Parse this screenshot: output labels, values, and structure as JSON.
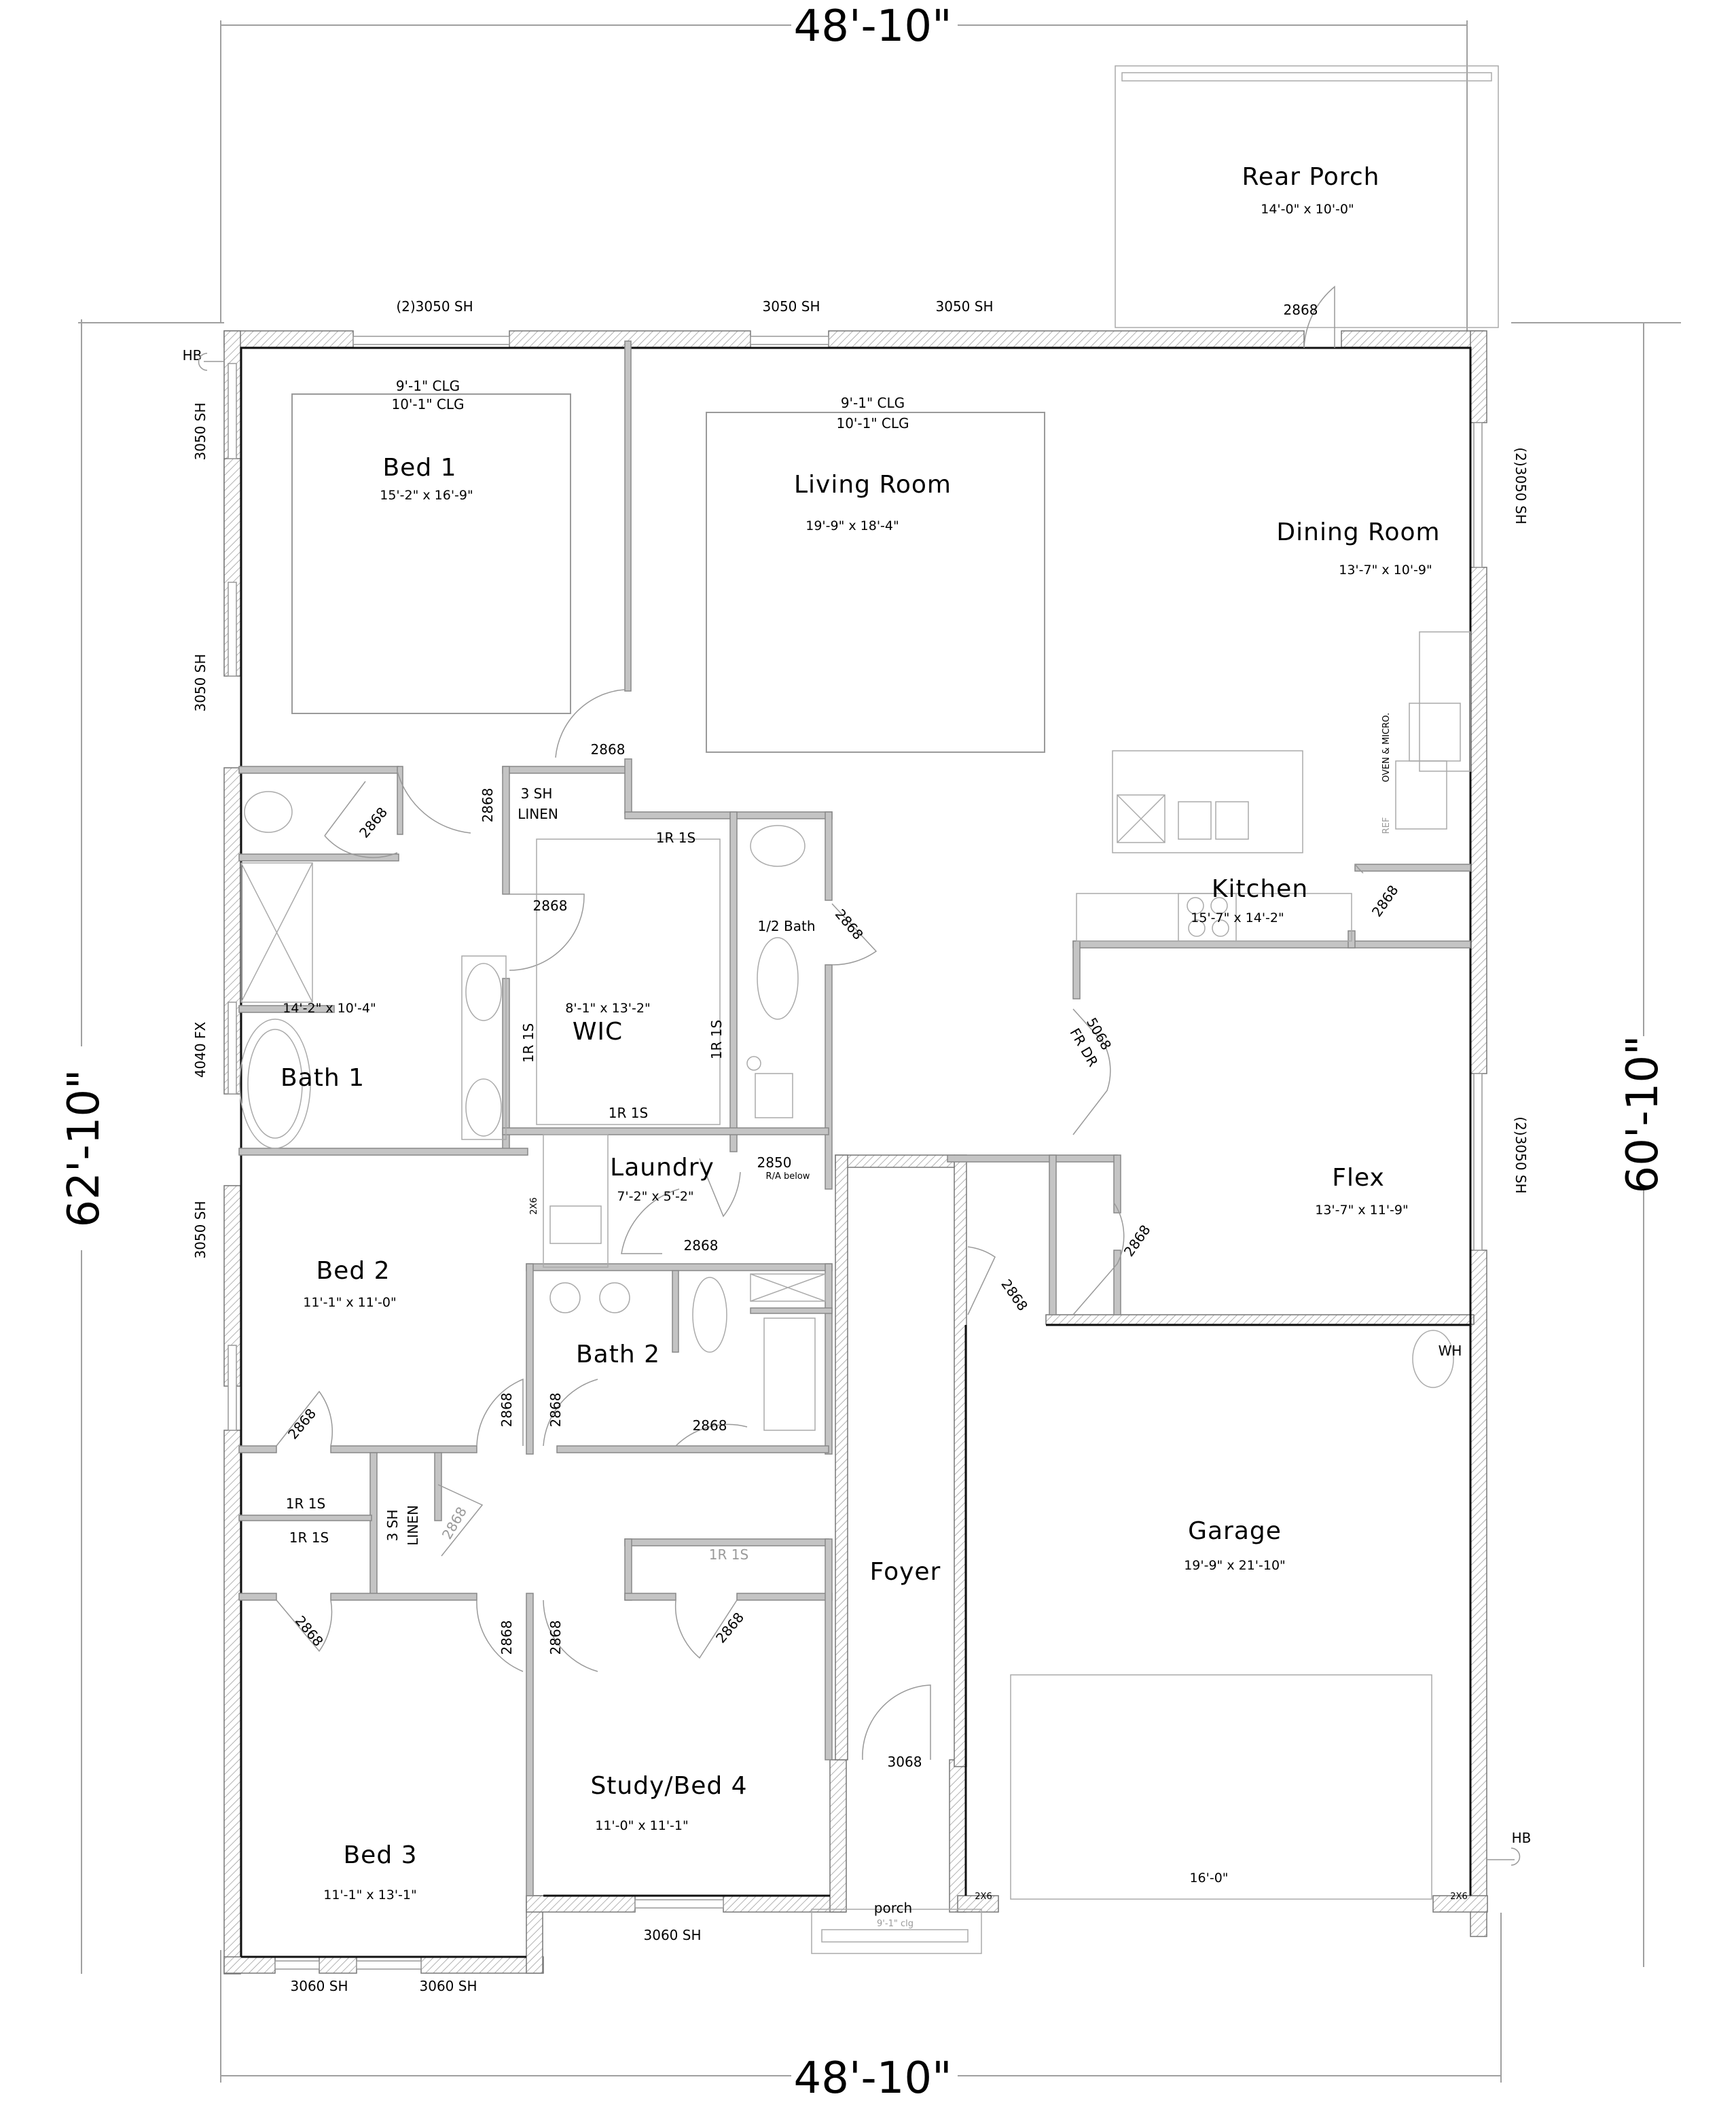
{
  "plan": {
    "overall_dimensions": {
      "top_width": "48'-10\"",
      "bottom_width": "48'-10\"",
      "left_depth": "62'-10\"",
      "right_depth": "60'-10\""
    },
    "rooms": {
      "rear_porch": {
        "name": "Rear Porch",
        "size": "14'-0\" x 10'-0\""
      },
      "bed1": {
        "name": "Bed 1",
        "size": "15'-2\" x 16'-9\"",
        "ceiling_1": "9'-1\" CLG",
        "ceiling_2": "10'-1\" CLG"
      },
      "living": {
        "name": "Living Room",
        "size": "19'-9\" x 18'-4\"",
        "ceiling_1": "9'-1\" CLG",
        "ceiling_2": "10'-1\" CLG"
      },
      "dining": {
        "name": "Dining Room",
        "size": "13'-7\" x 10'-9\""
      },
      "kitchen": {
        "name": "Kitchen",
        "size": "15'-7\" x 14'-2\""
      },
      "wic": {
        "name": "WIC",
        "size": "8'-1\" x 13'-2\""
      },
      "bath1": {
        "name": "Bath 1",
        "size": "14'-2\" x 10'-4\""
      },
      "half_bath": {
        "name": "1/2 Bath"
      },
      "laundry": {
        "name": "Laundry",
        "size": "7'-2\" x 5'-2\""
      },
      "flex": {
        "name": "Flex",
        "size": "13'-7\" x 11'-9\""
      },
      "bed2": {
        "name": "Bed 2",
        "size": "11'-1\" x 11'-0\""
      },
      "bath2": {
        "name": "Bath 2"
      },
      "foyer": {
        "name": "Foyer"
      },
      "garage": {
        "name": "Garage",
        "size": "19'-9\" x 21'-10\"",
        "door_width": "16'-0\""
      },
      "study": {
        "name": "Study/Bed 4",
        "size": "11'-0\" x 11'-1\""
      },
      "bed3": {
        "name": "Bed 3",
        "size": "11'-1\" x 13'-1\""
      },
      "porch": {
        "name": "porch",
        "ceiling": "9'-1\" clg"
      }
    },
    "windows": {
      "top_bed1": "(2)3050 SH",
      "top_living_1": "3050 SH",
      "top_living_2": "3050 SH",
      "left_bed1_a": "3050 SH",
      "left_bed1_b": "3050 SH",
      "left_bath1": "4040 FX",
      "left_bed2": "3050 SH",
      "right_dining": "(2)3050 SH",
      "right_flex": "(2)3050 SH",
      "bottom_study": "3060 SH",
      "bottom_bed3_a": "3060 SH",
      "bottom_bed3_b": "3060 SH"
    },
    "doors": {
      "rear_porch": "2868",
      "bed1": "2868",
      "bath1_wc": "2868",
      "bath1_entry": "2868",
      "wic": "2868",
      "half_bath": "2868",
      "kitchen_pantry": "2868",
      "flex_french": "5068",
      "flex_french_note": "FR DR",
      "laundry": "2868",
      "closet_2850": "2850",
      "closet_2850_note": "R/A below",
      "flex_closet": "2868",
      "garage_entry": "2868",
      "bed2_closet": "2868",
      "bed2": "2868",
      "bath2_a": "2868",
      "bath2_b": "2868",
      "linen_hall": "2868",
      "bed3_closet": "2868",
      "bed3": "2868",
      "study": "2868",
      "study_closet": "2868",
      "front": "3068"
    },
    "closets": {
      "linen_upper_1": "3 SH",
      "linen_upper_2": "LINEN",
      "wic_rod_top": "1R 1S",
      "wic_rod_left": "1R 1S",
      "wic_rod_right": "1R 1S",
      "wic_rod_bottom": "1R 1S",
      "bed2_rod": "1R 1S",
      "bed3_rod": "1R 1S",
      "hall_linen_1": "3 SH",
      "hall_linen_2": "LINEN",
      "study_rod": "1R 1S"
    },
    "fixtures": {
      "hose_bib_left": "HB",
      "hose_bib_right": "HB",
      "water_heater": "WH",
      "refrigerator": "REF",
      "oven_micro": "OVEN & MICRO.",
      "post_left": "2X6",
      "post_right": "2X6",
      "laundry_wall": "2X6"
    }
  }
}
